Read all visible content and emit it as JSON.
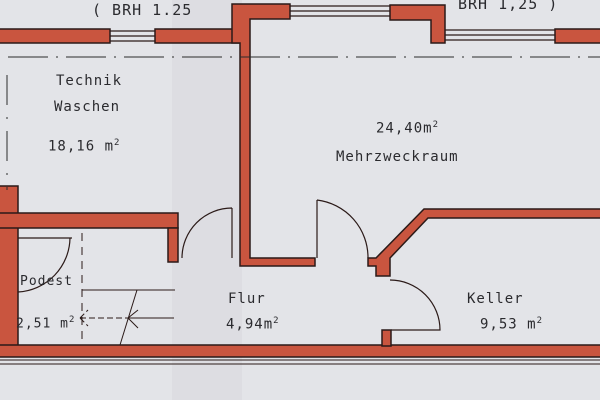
{
  "annotations": {
    "window_left": "( BRH 1.25",
    "window_right": "BRH 1,25 )"
  },
  "rooms": [
    {
      "name_line1": "Technik",
      "name_line2": "Waschen",
      "area": "18,16 m",
      "unit_sup": "2"
    },
    {
      "name": "Mehrzweckraum",
      "area": "24,40m",
      "unit_sup": "2"
    },
    {
      "name": "Podest",
      "area": "2,51 m",
      "unit_sup": "2"
    },
    {
      "name": "Flur",
      "area": "4,94m",
      "unit_sup": "2"
    },
    {
      "name": "Keller",
      "area": "9,53 m",
      "unit_sup": "2"
    }
  ],
  "colors": {
    "wall": "#c9553f",
    "outline": "#2b1a18",
    "paper": "#e3e4e8"
  }
}
